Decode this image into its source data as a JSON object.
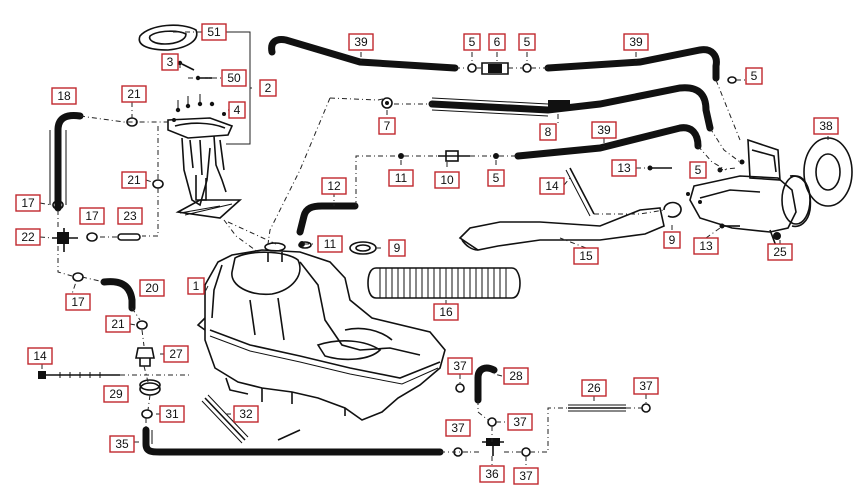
{
  "callouts": [
    {
      "id": "c51a",
      "label": "51"
    },
    {
      "id": "c39a",
      "label": "39"
    },
    {
      "id": "c5a",
      "label": "5"
    },
    {
      "id": "c6",
      "label": "6"
    },
    {
      "id": "c5b",
      "label": "5"
    },
    {
      "id": "c39b",
      "label": "39"
    },
    {
      "id": "c3",
      "label": "3"
    },
    {
      "id": "c50",
      "label": "50"
    },
    {
      "id": "c2",
      "label": "2"
    },
    {
      "id": "c5c",
      "label": "5"
    },
    {
      "id": "c18",
      "label": "18"
    },
    {
      "id": "c21a",
      "label": "21"
    },
    {
      "id": "c4",
      "label": "4"
    },
    {
      "id": "c7",
      "label": "7"
    },
    {
      "id": "c8",
      "label": "8"
    },
    {
      "id": "c39c",
      "label": "39"
    },
    {
      "id": "c38",
      "label": "38"
    },
    {
      "id": "c21b",
      "label": "21"
    },
    {
      "id": "c11a",
      "label": "11"
    },
    {
      "id": "c10",
      "label": "10"
    },
    {
      "id": "c5d",
      "label": "5"
    },
    {
      "id": "c13a",
      "label": "13"
    },
    {
      "id": "c5e",
      "label": "5"
    },
    {
      "id": "c12",
      "label": "12"
    },
    {
      "id": "c14a",
      "label": "14"
    },
    {
      "id": "c17a",
      "label": "17"
    },
    {
      "id": "c17b",
      "label": "17"
    },
    {
      "id": "c23",
      "label": "23"
    },
    {
      "id": "c22",
      "label": "22"
    },
    {
      "id": "c11b",
      "label": "11"
    },
    {
      "id": "c9a",
      "label": "9"
    },
    {
      "id": "c9b",
      "label": "9"
    },
    {
      "id": "c13b",
      "label": "13"
    },
    {
      "id": "c25",
      "label": "25"
    },
    {
      "id": "c15",
      "label": "15"
    },
    {
      "id": "c1",
      "label": "1"
    },
    {
      "id": "c20",
      "label": "20"
    },
    {
      "id": "c17c",
      "label": "17"
    },
    {
      "id": "c16",
      "label": "16"
    },
    {
      "id": "c21c",
      "label": "21"
    },
    {
      "id": "c14b",
      "label": "14"
    },
    {
      "id": "c27",
      "label": "27"
    },
    {
      "id": "c37a",
      "label": "37"
    },
    {
      "id": "c28",
      "label": "28"
    },
    {
      "id": "c26",
      "label": "26"
    },
    {
      "id": "c37b",
      "label": "37"
    },
    {
      "id": "c29",
      "label": "29"
    },
    {
      "id": "c31",
      "label": "31"
    },
    {
      "id": "c32",
      "label": "32"
    },
    {
      "id": "c37c",
      "label": "37"
    },
    {
      "id": "c37d",
      "label": "37"
    },
    {
      "id": "c35",
      "label": "35"
    },
    {
      "id": "c36",
      "label": "36"
    },
    {
      "id": "c37e",
      "label": "37"
    }
  ]
}
